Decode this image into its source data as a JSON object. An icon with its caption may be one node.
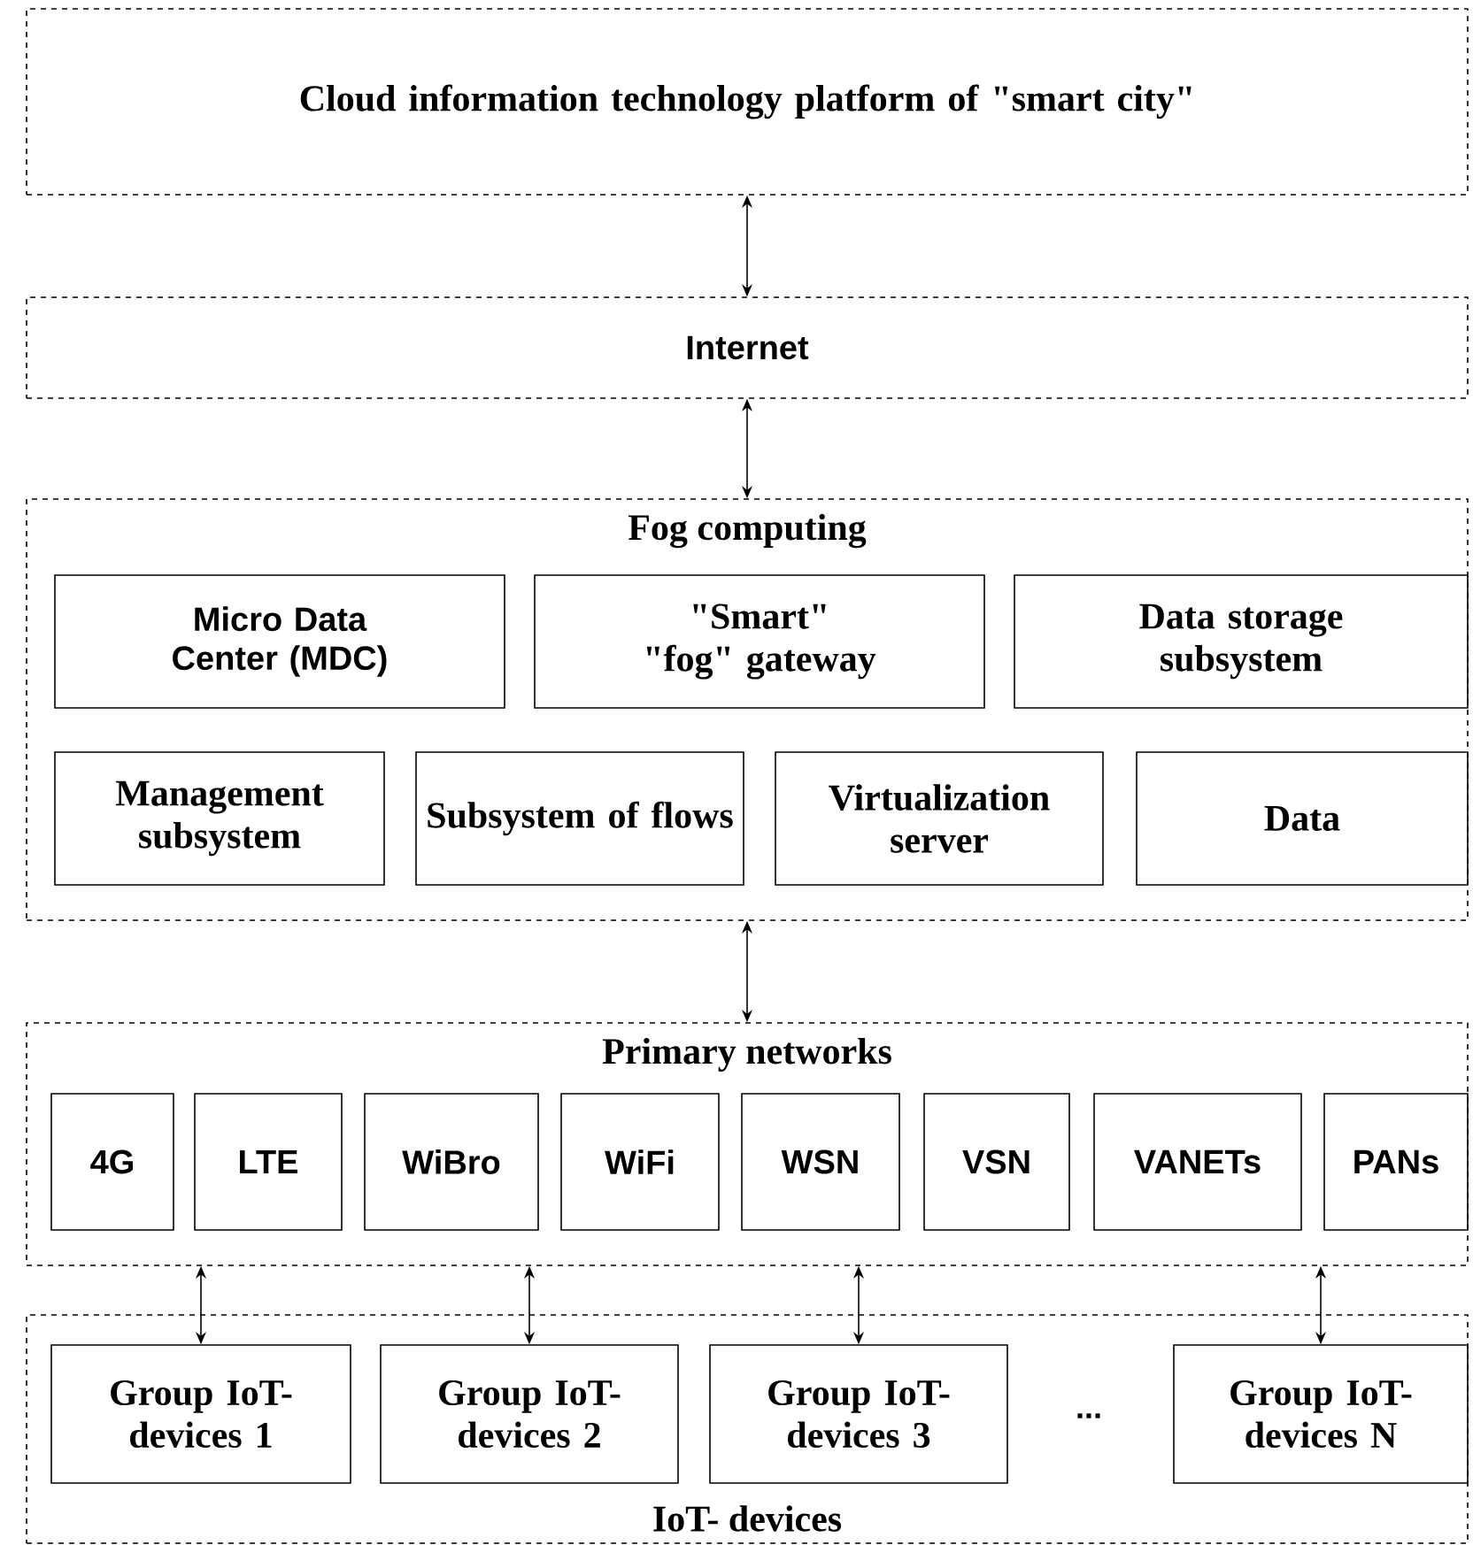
{
  "diagram": {
    "nodes": [
      {
        "text": [
          "Cloud information technology platform of \"smart city\""
        ]
      },
      {
        "text": [
          "Internet"
        ]
      },
      {
        "text": [
          "Fog computing"
        ]
      },
      {
        "text": [
          "Micro Data Center (MDC)"
        ],
        "in": 2
      },
      {
        "text": [
          "\"Smart\" \"fog\" gateway"
        ],
        "in": 2
      },
      {
        "text": [
          "Data storage subsystem"
        ],
        "in": 2
      },
      {
        "text": [
          "Management subsystem"
        ],
        "in": 2
      },
      {
        "text": [
          "Subsystem of flows"
        ],
        "in": 2
      },
      {
        "text": [
          "Virtualization server"
        ],
        "in": 2
      },
      {
        "text": [
          "Data"
        ],
        "in": 2
      },
      {
        "text": [
          "Primary networks"
        ]
      },
      {
        "text": [
          "4G"
        ],
        "in": 10
      },
      {
        "text": [
          "LTE"
        ],
        "in": 10
      },
      {
        "text": [
          "WiBro"
        ],
        "in": 10
      },
      {
        "text": [
          "WiFi"
        ],
        "in": 10
      },
      {
        "text": [
          "WSN"
        ],
        "in": 10
      },
      {
        "text": [
          "VSN"
        ],
        "in": 10
      },
      {
        "text": [
          "VANETs"
        ],
        "in": 10
      },
      {
        "text": [
          "PANs"
        ],
        "in": 10
      },
      {
        "text": [
          "IoT- devices"
        ]
      },
      {
        "text": [
          "Group IoT- devices 1"
        ],
        "in": 19
      },
      {
        "text": [
          "Group IoT- devices 2"
        ],
        "in": 19
      },
      {
        "text": [
          "Group IoT- devices 3"
        ],
        "in": 19
      },
      {
        "text": [
          "Group IoT- devices N"
        ],
        "in": 19
      }
    ],
    "edges": [
      {
        "from": 0,
        "to": 1,
        "arrow": "both"
      },
      {
        "from": 1,
        "to": 2,
        "arrow": "both"
      },
      {
        "from": 2,
        "to": 10,
        "arrow": "both"
      },
      {
        "from": 10,
        "to": 20,
        "arrow": "both"
      },
      {
        "from": 10,
        "to": 21,
        "arrow": "both"
      },
      {
        "from": 10,
        "to": 22,
        "arrow": "both"
      },
      {
        "from": 10,
        "to": 23,
        "arrow": "both"
      }
    ],
    "labels": [
      "..."
    ]
  }
}
